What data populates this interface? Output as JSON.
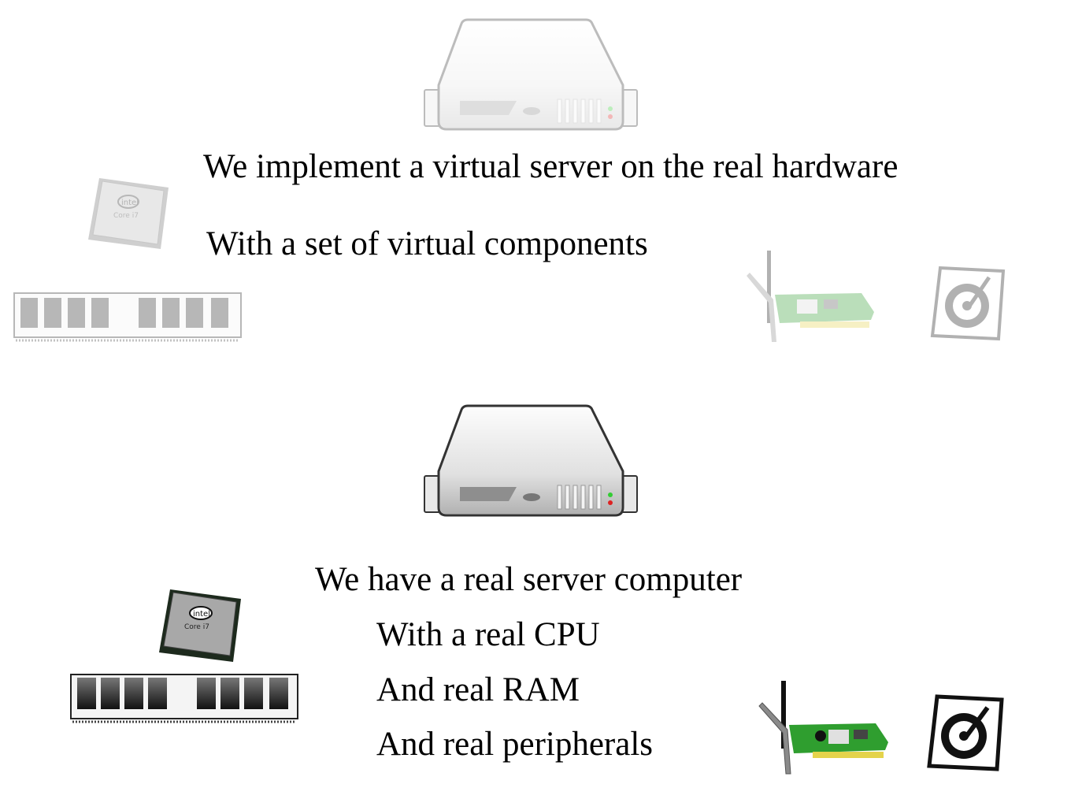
{
  "virtual": {
    "line1": "We implement a virtual server on the real hardware",
    "line2": "With a set of virtual components"
  },
  "real": {
    "line1": "We have a real server computer",
    "line2": "With a real CPU",
    "line3": "And real RAM",
    "line4": "And real peripherals"
  },
  "cpu": {
    "brand": "intel",
    "model": "Core i7"
  },
  "icons": {
    "server": "server-icon",
    "cpu": "cpu-chip-icon",
    "ram": "ram-module-icon",
    "nic": "network-card-icon",
    "disk": "hard-disk-icon"
  }
}
